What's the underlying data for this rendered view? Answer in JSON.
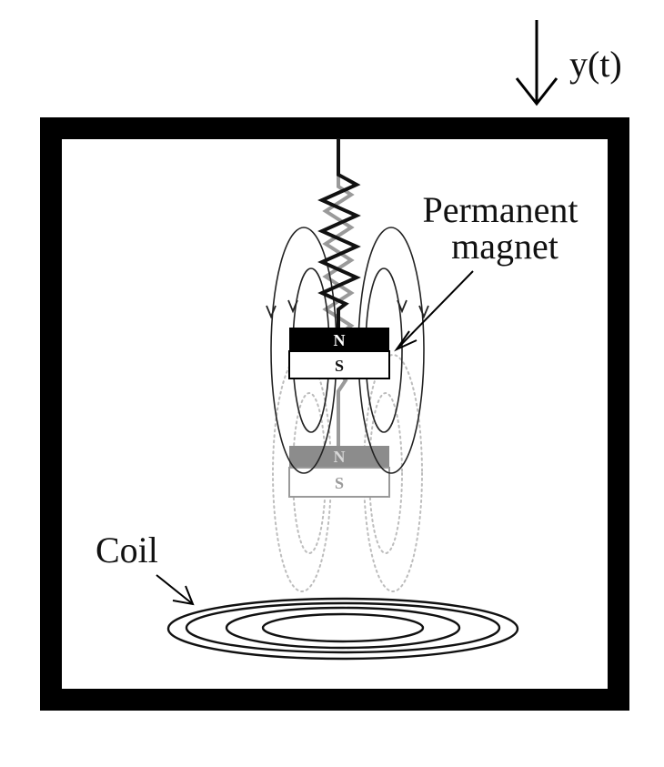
{
  "labels": {
    "displacement": "y(t)",
    "magnet": "Permanent\nmagnet",
    "magnet_line1": "Permanent",
    "magnet_line2": "magnet",
    "coil": "Coil"
  },
  "magnet_upper": {
    "north": "N",
    "south": "S"
  },
  "magnet_lower": {
    "north": "N",
    "south": "S"
  },
  "colors": {
    "frame": "#000000",
    "spring_active": "#111111",
    "spring_ghost": "#9a9a9a",
    "north_pole": "#000000",
    "north_pole_ghost": "#8c8c8c",
    "field_ghost": "#bdbdbd"
  }
}
